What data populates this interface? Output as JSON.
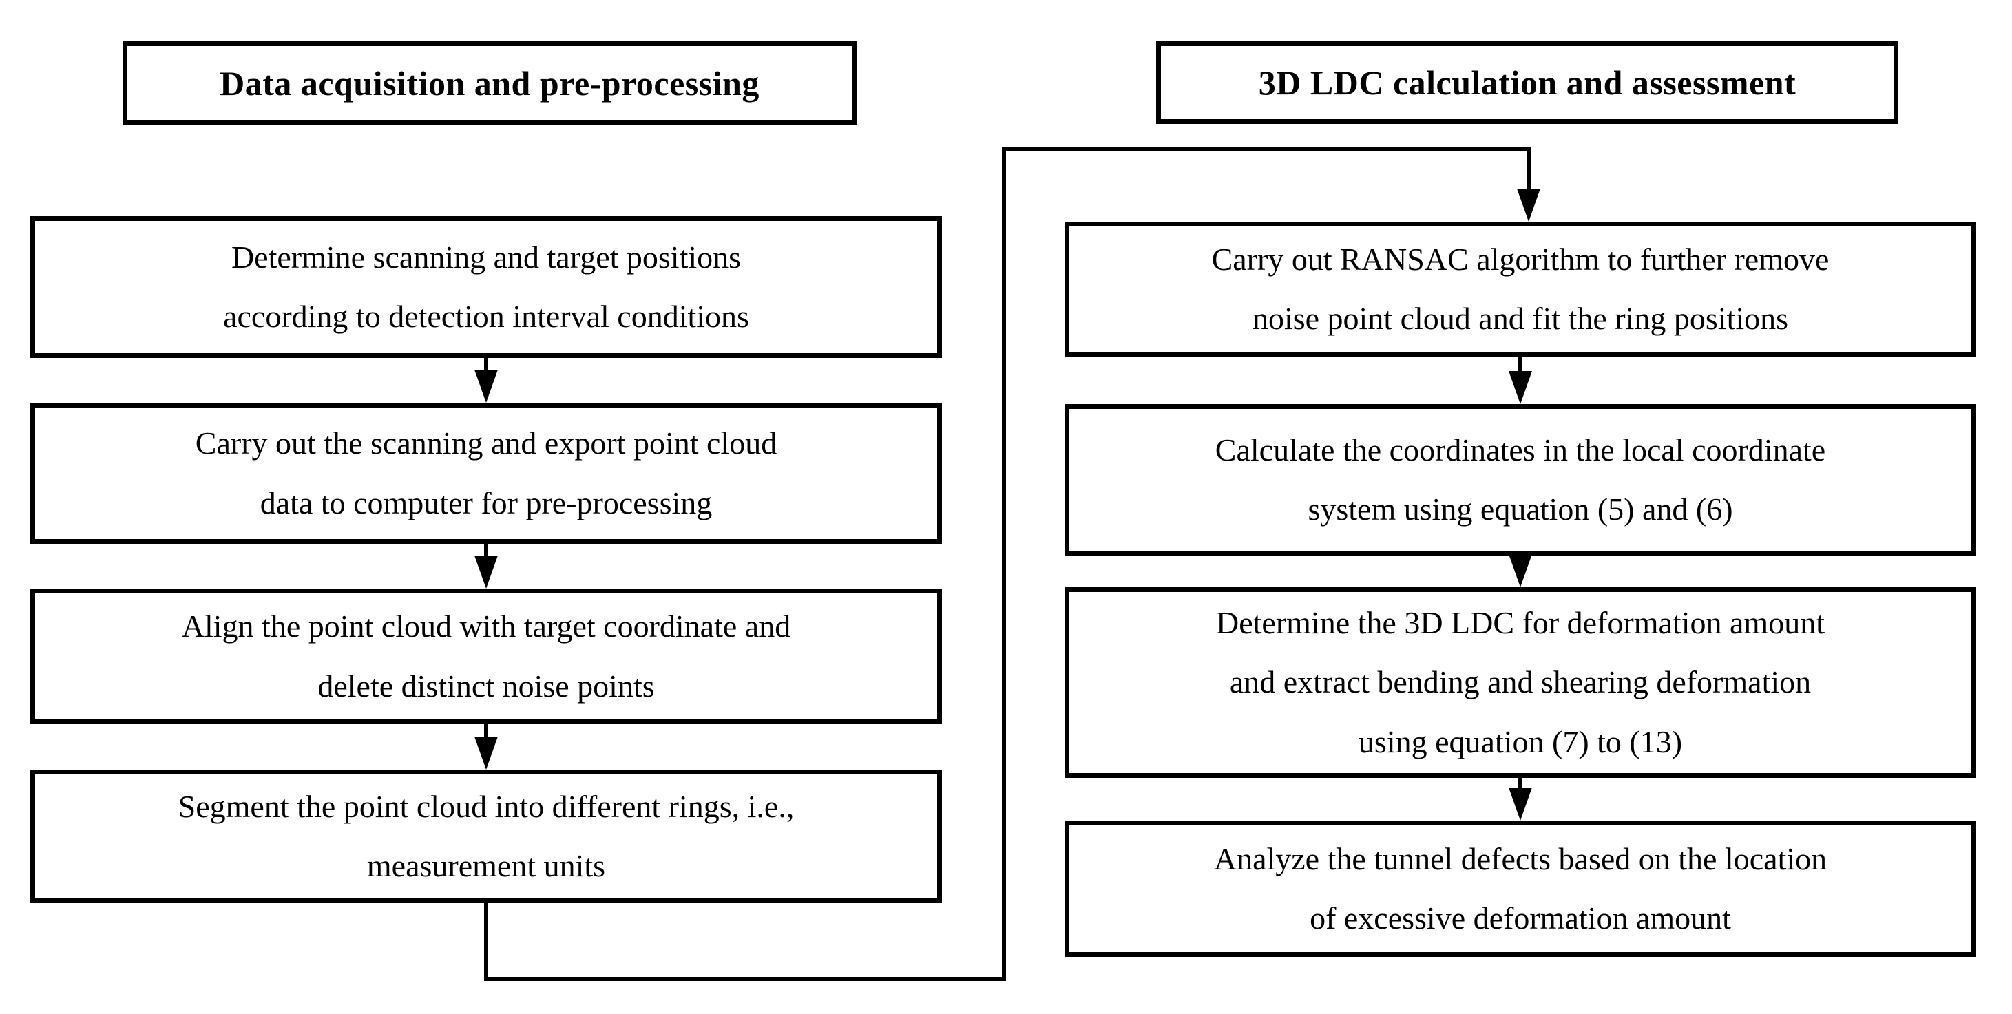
{
  "flowchart": {
    "background": "#ffffff",
    "ink": "#000000",
    "columns": [
      {
        "id": "left",
        "header": "Data acquisition and pre-processing",
        "boxes": [
          {
            "lines": [
              "Determine scanning and target positions",
              "according to detection interval conditions"
            ]
          },
          {
            "lines": [
              "Carry out the scanning and export point cloud",
              "data to computer for pre-processing"
            ]
          },
          {
            "lines": [
              "Align the point cloud with target coordinate and",
              "delete distinct noise points"
            ]
          },
          {
            "lines": [
              "Segment the point cloud into different rings, i.e.,",
              "measurement units"
            ]
          }
        ]
      },
      {
        "id": "right",
        "header": "3D LDC calculation and assessment",
        "boxes": [
          {
            "lines": [
              "Carry out RANSAC algorithm to further remove",
              "noise point cloud and fit the ring positions"
            ]
          },
          {
            "lines": [
              "Calculate the coordinates in the local coordinate",
              "system using equation (5) and (6)"
            ]
          },
          {
            "lines": [
              "Determine the 3D LDC for deformation amount",
              "and extract bending and shearing deformation",
              "using equation (7) to (13)"
            ]
          },
          {
            "lines": [
              "Analyze the tunnel defects based on the location",
              "of excessive deformation amount"
            ]
          }
        ]
      }
    ],
    "connections": [
      "left-box-1 -> left-box-2",
      "left-box-2 -> left-box-3",
      "left-box-3 -> left-box-4",
      "left-box-4 -> right-box-1",
      "right-box-1 -> right-box-2",
      "right-box-2 -> right-box-3",
      "right-box-3 -> right-box-4"
    ]
  }
}
